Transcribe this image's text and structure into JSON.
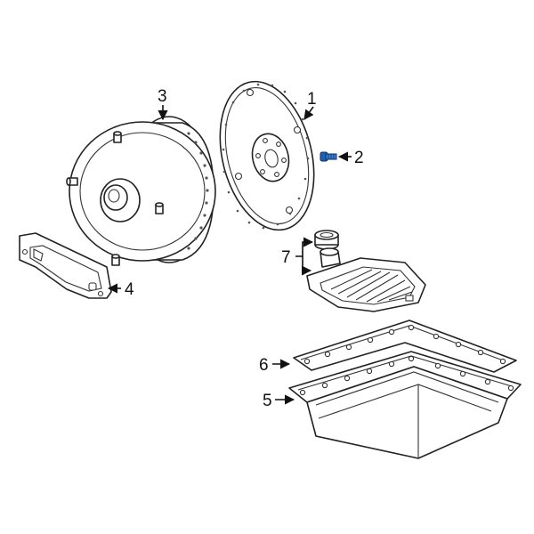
{
  "callouts": {
    "c1": "1",
    "c2": "2",
    "c3": "3",
    "c4": "4",
    "c5": "5",
    "c6": "6",
    "c7": "7"
  },
  "colors": {
    "line": "#111111",
    "highlight": "#1f5fb8"
  }
}
